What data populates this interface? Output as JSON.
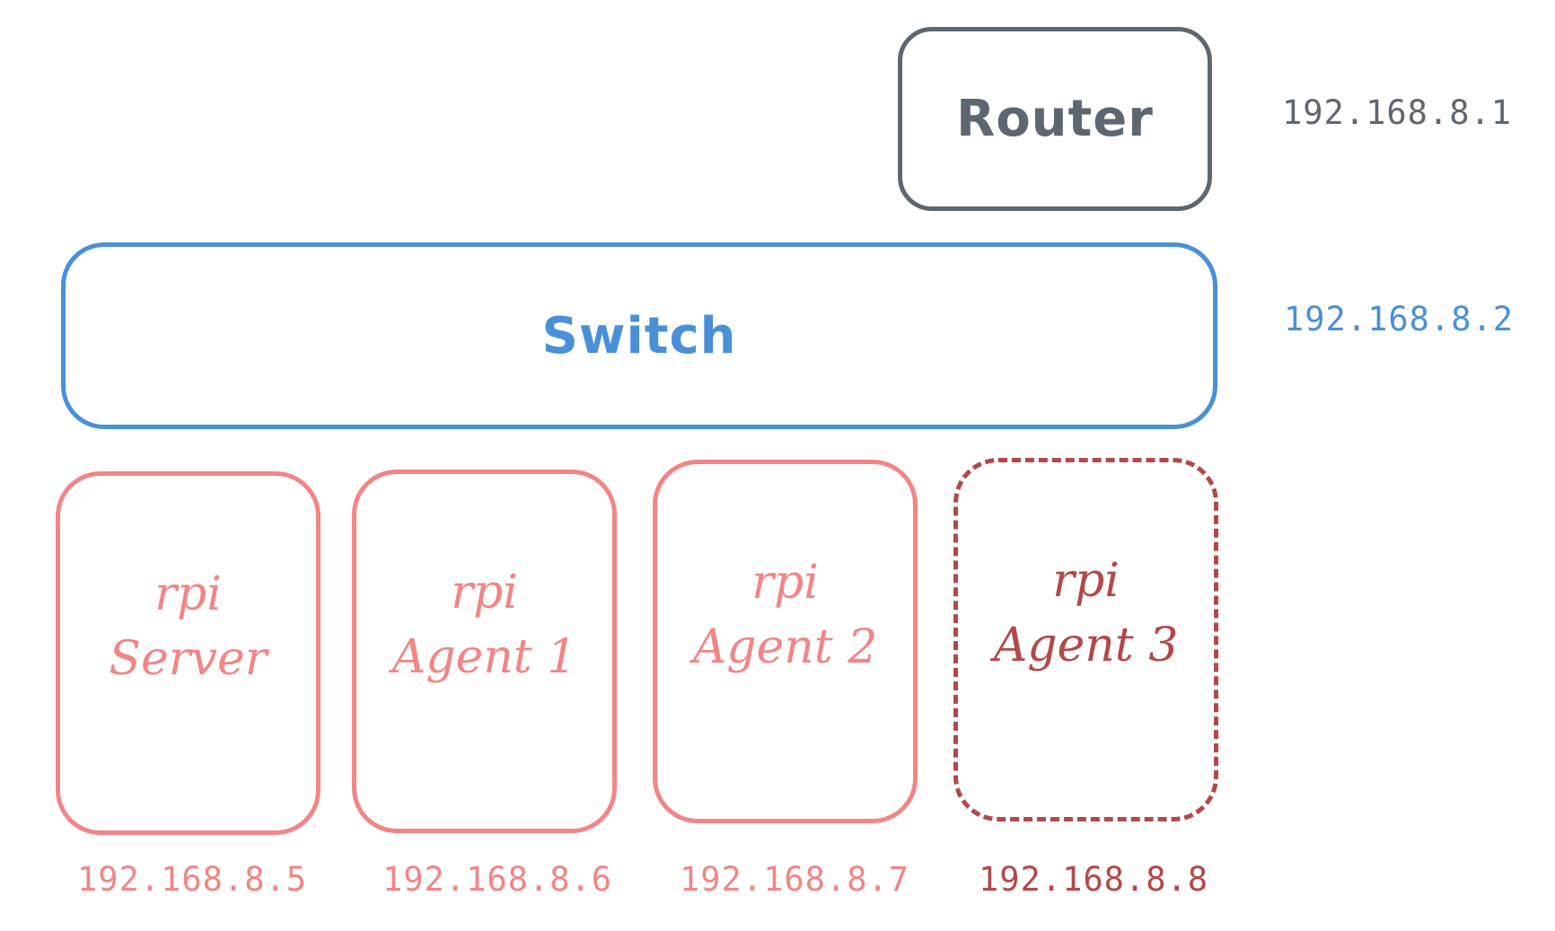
{
  "router": {
    "label": "Router",
    "ip": "192.168.8.1",
    "color": "#5f6670"
  },
  "switch": {
    "label": "Switch",
    "ip": "192.168.8.2",
    "color": "#4a90d9"
  },
  "nodes": [
    {
      "line1": "rpi",
      "line2": "Server",
      "ip": "192.168.8.5",
      "color": "#f28585",
      "border": "solid"
    },
    {
      "line1": "rpi",
      "line2": "Agent 1",
      "ip": "192.168.8.6",
      "color": "#f28585",
      "border": "solid"
    },
    {
      "line1": "rpi",
      "line2": "Agent 2",
      "ip": "192.168.8.7",
      "color": "#f28585",
      "border": "solid"
    },
    {
      "line1": "rpi",
      "line2": "Agent 3",
      "ip": "192.168.8.8",
      "color": "#b34848",
      "border": "dashed"
    }
  ]
}
